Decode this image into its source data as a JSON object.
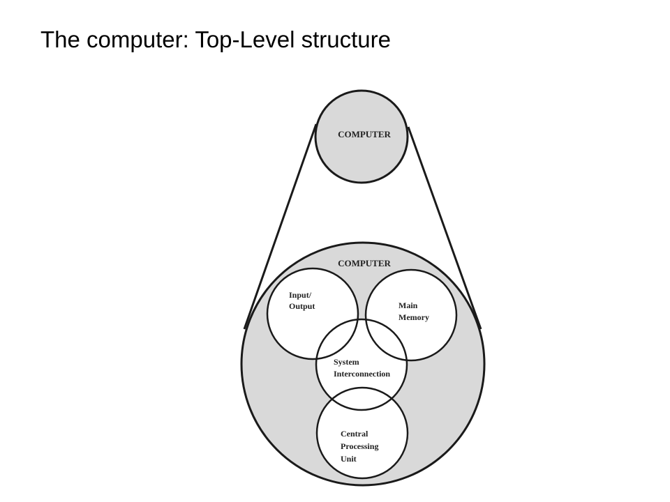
{
  "slide": {
    "title": "The computer: Top-Level structure"
  },
  "diagram": {
    "top_circle_label": "COMPUTER",
    "outer_circle_label": "COMPUTER",
    "components": {
      "io": [
        "Input/",
        "Output"
      ],
      "main_memory": [
        "Main",
        "Memory"
      ],
      "system_interconnection": [
        "System",
        "Interconnection"
      ],
      "cpu": [
        "Central",
        "Processing",
        "Unit"
      ]
    },
    "colors": {
      "fill": "#d9d9d9",
      "stroke": "#1a1a1a",
      "inner_fill": "#ffffff"
    }
  }
}
